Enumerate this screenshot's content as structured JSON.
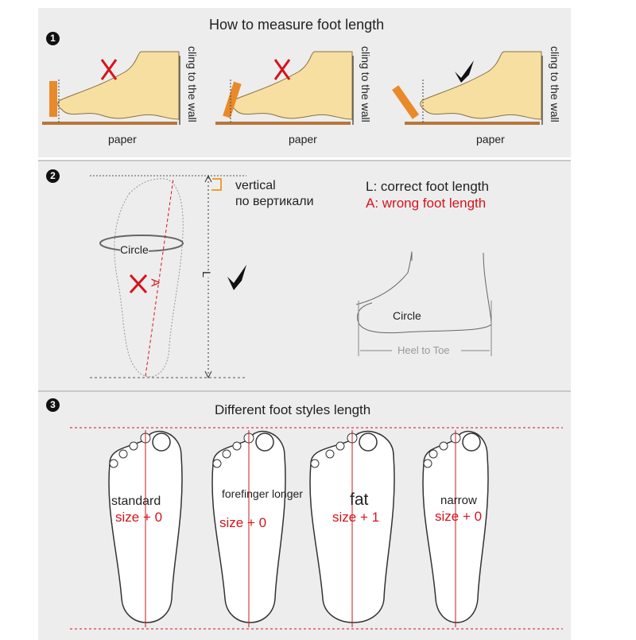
{
  "section1": {
    "number": "1",
    "title": "How to measure foot length",
    "paper_label": "paper",
    "wall_label": "cling to the wall",
    "steps": [
      {
        "mark": "wrong"
      },
      {
        "mark": "wrong"
      },
      {
        "mark": "correct"
      }
    ]
  },
  "section2": {
    "number": "2",
    "vertical_en": "vertical",
    "vertical_ru": "по вертикали",
    "legend_L": "L: correct foot length",
    "legend_A": "A: wrong foot length",
    "circle_label": "Circle",
    "letter_A": "A",
    "letter_L": "L",
    "heel_to_toe": "Heel to Toe"
  },
  "section3": {
    "number": "3",
    "title": "Different foot styles length",
    "styles": [
      {
        "name": "standard",
        "size": "size + 0"
      },
      {
        "name": "forefinger longer",
        "size": "size + 0"
      },
      {
        "name": "fat",
        "size": "size + 1"
      },
      {
        "name": "narrow",
        "size": "size + 0"
      }
    ]
  },
  "colors": {
    "red": "#d4141c",
    "panel": "#ededed",
    "foot": "#f6dfa0",
    "pencil": "#e98a2a"
  }
}
